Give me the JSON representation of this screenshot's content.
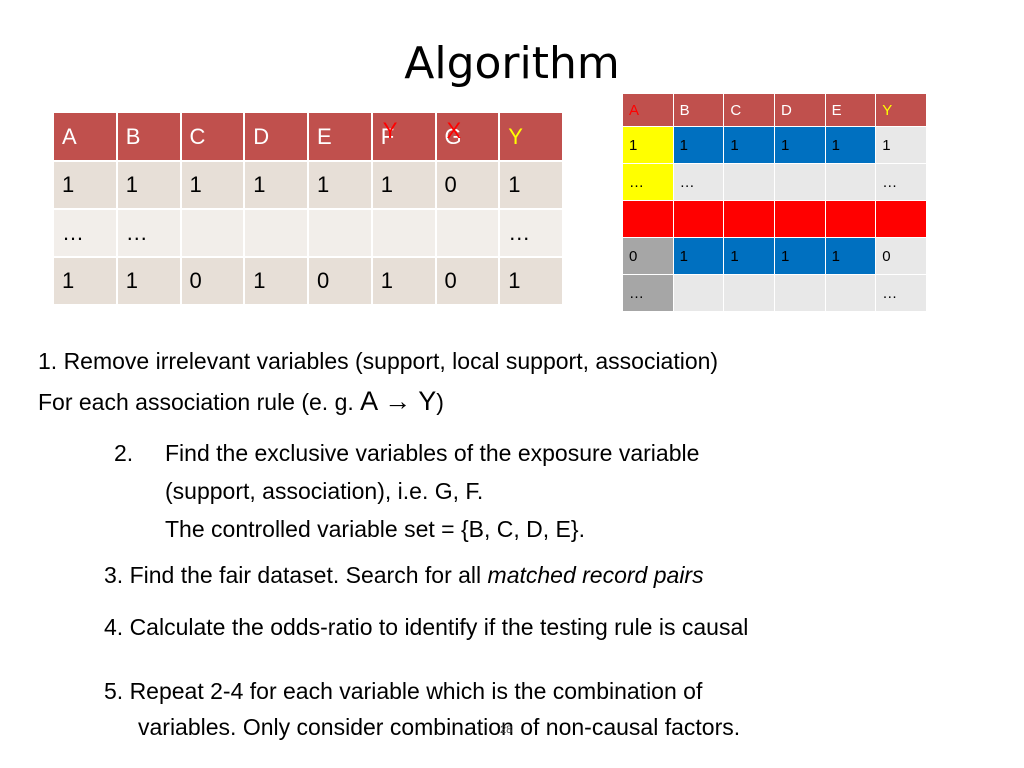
{
  "title": "Algorithm",
  "table1": {
    "headers": [
      "A",
      "B",
      "C",
      "D",
      "E",
      "F",
      "G",
      "Y"
    ],
    "header_overlay_f": "Y",
    "header_overlay_g": "X",
    "rows": [
      [
        "1",
        "1",
        "1",
        "1",
        "1",
        "1",
        "0",
        "1"
      ],
      [
        "…",
        "…",
        "",
        "",
        "",
        "",
        "",
        "…"
      ],
      [
        "1",
        "1",
        "0",
        "1",
        "0",
        "1",
        "0",
        "1"
      ]
    ]
  },
  "table2": {
    "headers": [
      "A",
      "B",
      "C",
      "D",
      "E",
      "Y"
    ],
    "rows": [
      [
        "1",
        "1",
        "1",
        "1",
        "1",
        "1"
      ],
      [
        "…",
        "…",
        "",
        "",
        "",
        "…"
      ],
      [
        "",
        "",
        "",
        "",
        "",
        ""
      ],
      [
        "0",
        "1",
        "1",
        "1",
        "1",
        "0"
      ],
      [
        "…",
        "",
        "",
        "",
        "",
        "…"
      ]
    ]
  },
  "steps": {
    "s1": "1.   Remove irrelevant variables (support, local support, association)",
    "for_each": "For each association rule (e. g.",
    "rule": "A → Y",
    "close_paren": ")",
    "s2_num": "2.",
    "s2_l1": "Find the exclusive variables of the  exposure variable",
    "s2_l2": "(support, association), i.e. G, F.",
    "s2_l3": "The controlled variable set = {B, C, D, E}.",
    "s3_a": "3. Find the fair dataset. Search for all ",
    "s3_b": "matched record pairs",
    "s4": "4. Calculate the odds-ratio to identify if the testing rule is causal",
    "s5_l1": "5. Repeat 2-4 for each variable which is the combination of",
    "s5_l2": "variables. Only consider combination of non-causal factors."
  },
  "page_number": "28",
  "colors": {
    "header_red": "#c0504d",
    "blue": "#0070c0",
    "yellow": "#ffff00",
    "red": "#ff0000"
  }
}
